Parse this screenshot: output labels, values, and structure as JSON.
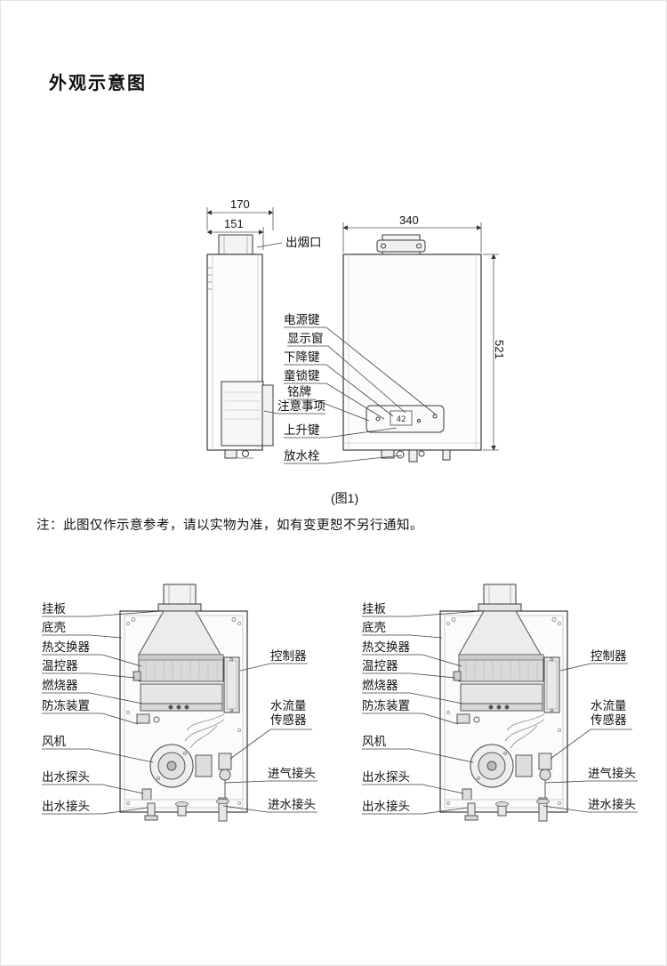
{
  "page": {
    "title": "外观示意图",
    "figure1_caption": "(图1)",
    "note": "注：此图仅作示意参考，请以实物为准，如有变更恕不另行通知。"
  },
  "figure1": {
    "dims": {
      "depth_outer": "170",
      "depth_inner": "151",
      "width": "340",
      "height": "521"
    },
    "display_value": "42",
    "labels": {
      "smoke_outlet": "出烟口",
      "power_key": "电源键",
      "display_window": "显示窗",
      "down_key": "下降键",
      "child_lock_key": "童锁键",
      "nameplate": "铭牌",
      "cautions": "注意事项",
      "up_key": "上升键",
      "drain_plug": "放水栓"
    }
  },
  "figure2": {
    "left_labels": [
      "挂板",
      "底壳",
      "热交换器",
      "温控器",
      "燃烧器",
      "防冻装置",
      "风机",
      "出水探头",
      "出水接头"
    ],
    "right_labels": [
      "控制器",
      "水流量\n传感器",
      "进气接头",
      "进水接头"
    ]
  }
}
